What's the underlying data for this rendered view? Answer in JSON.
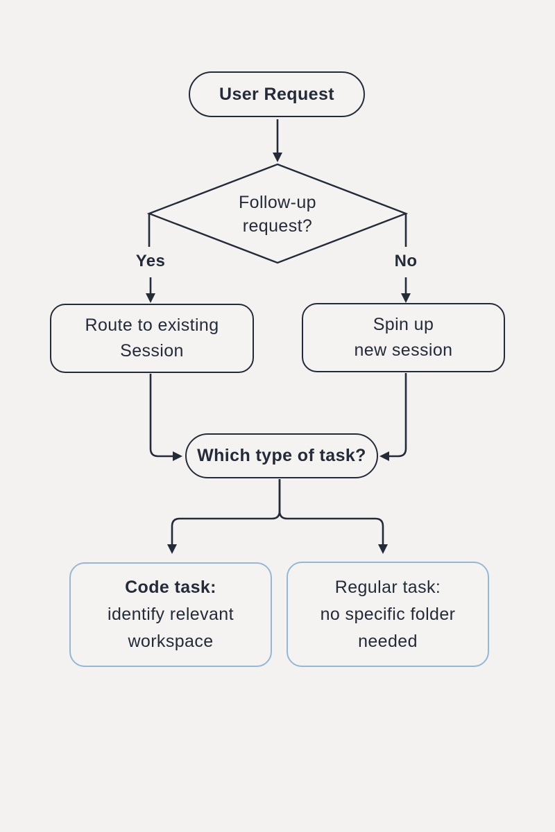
{
  "diagram": {
    "type": "flowchart",
    "colors": {
      "background": "#f4f2f1",
      "stroke": "#242b38",
      "text": "#242b38",
      "accent_border": "#95b7d3"
    },
    "nodes": {
      "start": {
        "label": "User Request"
      },
      "decision": {
        "line1": "Follow-up",
        "line2": "request?"
      },
      "branch_yes": {
        "label": "Yes"
      },
      "branch_no": {
        "label": "No"
      },
      "route_existing": {
        "line1": "Route to existing",
        "line2": "Session"
      },
      "spin_up": {
        "line1": "Spin up",
        "line2": "new session"
      },
      "task_type": {
        "label": "Which type of task?"
      },
      "code_task": {
        "title": "Code task:",
        "line1": "identify relevant",
        "line2": "workspace"
      },
      "regular_task": {
        "title": "Regular task:",
        "line1": "no specific folder",
        "line2": "needed"
      }
    }
  }
}
